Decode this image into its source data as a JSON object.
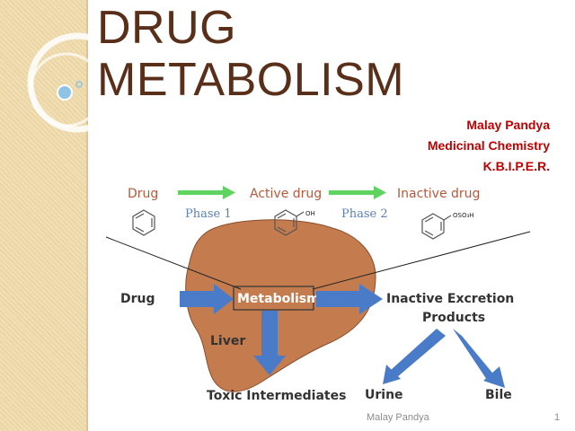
{
  "slide": {
    "title_line1": "DRUG",
    "title_line2": "METABOLISM",
    "author": "Malay Pandya",
    "subject": "Medicinal Chemistry",
    "institute": "K.B.I.P.E.R.",
    "footer_name": "Malay Pandya",
    "page_number": "1"
  },
  "diagram": {
    "top_drug": "Drug",
    "active_drug": "Active drug",
    "inactive_drug": "Inactive drug",
    "phase1": "Phase 1",
    "phase2": "Phase 2",
    "oh_label": "OH",
    "oso3h_label": "OSO₃H",
    "drug_input": "Drug",
    "metabolism": "Metabolism",
    "liver": "Liver",
    "inactive_excretion": "Inactive Excretion",
    "products": "Products",
    "toxic": "Toxic Intermediates",
    "urine": "Urine",
    "bile": "Bile"
  },
  "colors": {
    "title": "#5a2f1a",
    "author": "#c00000",
    "liver": "#c47c4f",
    "arrow_blue": "#4a7bc8",
    "arrow_green": "#5fd35f",
    "label_brown": "#b4593a",
    "phase_blue": "#5a7fb0"
  }
}
